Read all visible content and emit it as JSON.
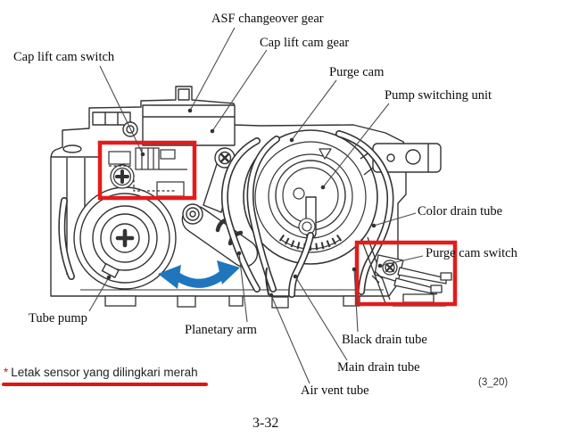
{
  "figure": {
    "labels": {
      "asf_changeover_gear": "ASF changeover gear",
      "cap_lift_cam_gear": "Cap lift cam gear",
      "cap_lift_cam_switch": "Cap lift cam switch",
      "purge_cam": "Purge cam",
      "pump_switching_unit": "Pump switching unit",
      "color_drain_tube": "Color drain tube",
      "purge_cam_switch": "Purge cam switch",
      "tube_pump": "Tube pump",
      "planetary_arm": "Planetary arm",
      "black_drain_tube": "Black drain tube",
      "main_drain_tube": "Main drain tube",
      "air_vent_tube": "Air vent tube"
    },
    "note": {
      "asterisk": "*",
      "text": "Letak sensor yang dilingkari merah"
    },
    "figure_ref": "(3_20)",
    "page_number": "3-32",
    "colors": {
      "highlight_red": "#e31b1b",
      "note_red": "#e01616",
      "arrow_blue": "#1f76bd",
      "line_art": "#333333"
    }
  }
}
